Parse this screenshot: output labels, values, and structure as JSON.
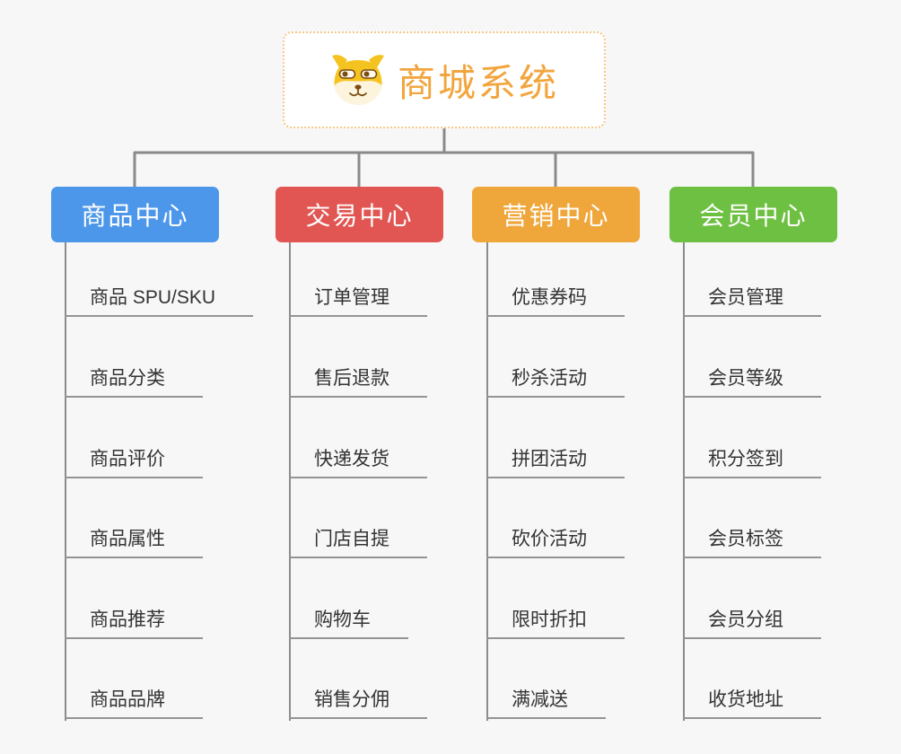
{
  "root": {
    "title": "商城系统",
    "icon": "shiba-dog-face-icon"
  },
  "branches": [
    {
      "label": "商品中心",
      "color": "#4d97ea",
      "children": [
        "商品 SPU/SKU",
        "商品分类",
        "商品评价",
        "商品属性",
        "商品推荐",
        "商品品牌"
      ]
    },
    {
      "label": "交易中心",
      "color": "#e15552",
      "children": [
        "订单管理",
        "售后退款",
        "快递发货",
        "门店自提",
        "购物车",
        "销售分佣"
      ]
    },
    {
      "label": "营销中心",
      "color": "#efa73c",
      "children": [
        "优惠券码",
        "秒杀活动",
        "拼团活动",
        "砍价活动",
        "限时折扣",
        "满减送"
      ]
    },
    {
      "label": "会员中心",
      "color": "#6ec043",
      "children": [
        "会员管理",
        "会员等级",
        "积分签到",
        "会员标签",
        "会员分组",
        "收货地址"
      ]
    }
  ],
  "palette": {
    "background": "#f7f7f7",
    "connector": "#8a8a8a",
    "underline": "#949494",
    "root_border": "#f6c887",
    "root_text": "#f2a53d",
    "child_text": "#333333"
  }
}
